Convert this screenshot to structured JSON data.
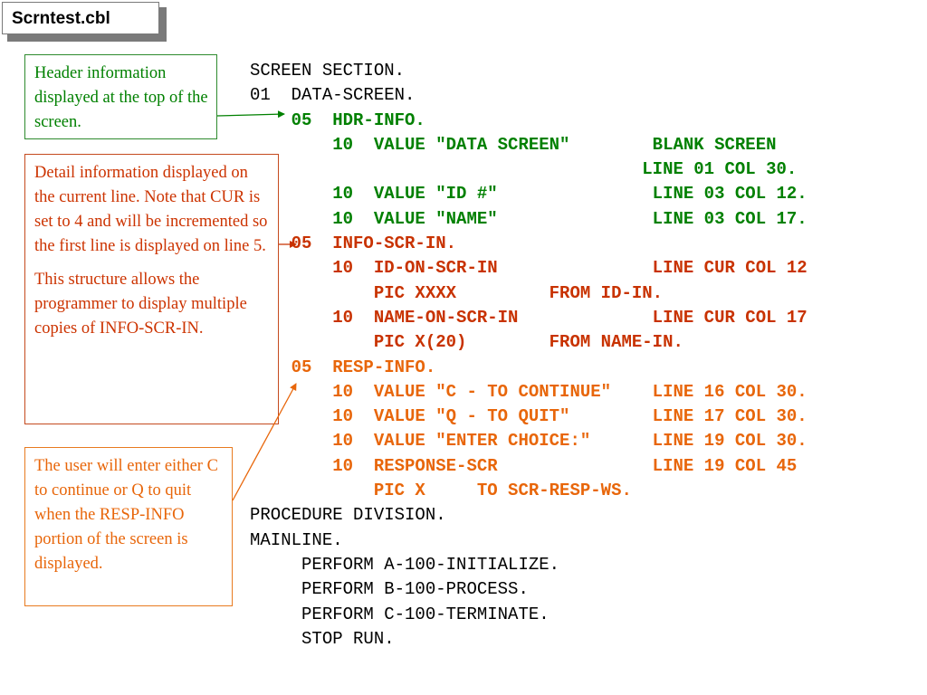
{
  "title": "Scrntest.cbl",
  "notes": {
    "header": [
      "Header information displayed at the top of the screen."
    ],
    "detail": [
      "Detail information displayed on the current line.  Note that CUR is set to 4 and will be incremented so the first line is displayed on line 5.",
      "This structure allows the programmer to display multiple copies of INFO-SCR-IN."
    ],
    "response": [
      "The user will enter either C to continue or Q to quit when the RESP-INFO portion of the screen is displayed."
    ]
  },
  "code_lines": [
    {
      "text": "SCREEN SECTION.",
      "color": "black"
    },
    {
      "text": "01  DATA-SCREEN.",
      "color": "black"
    },
    {
      "text": "    05  HDR-INFO.",
      "color": "green"
    },
    {
      "text": "        10  VALUE \"DATA SCREEN\"        BLANK SCREEN",
      "color": "green"
    },
    {
      "text": "                                      LINE 01 COL 30.",
      "color": "green"
    },
    {
      "text": "        10  VALUE \"ID #\"               LINE 03 COL 12.",
      "color": "green"
    },
    {
      "text": "        10  VALUE \"NAME\"               LINE 03 COL 17.",
      "color": "green"
    },
    {
      "text": "    05  INFO-SCR-IN.",
      "color": "red"
    },
    {
      "text": "        10  ID-ON-SCR-IN               LINE CUR COL 12",
      "color": "red"
    },
    {
      "text": "            PIC XXXX         FROM ID-IN.",
      "color": "red"
    },
    {
      "text": "        10  NAME-ON-SCR-IN             LINE CUR COL 17",
      "color": "red"
    },
    {
      "text": "            PIC X(20)        FROM NAME-IN.",
      "color": "red"
    },
    {
      "text": "    05  RESP-INFO.",
      "color": "orange"
    },
    {
      "text": "        10  VALUE \"C - TO CONTINUE\"    LINE 16 COL 30.",
      "color": "orange"
    },
    {
      "text": "        10  VALUE \"Q - TO QUIT\"        LINE 17 COL 30.",
      "color": "orange"
    },
    {
      "text": "        10  VALUE \"ENTER CHOICE:\"      LINE 19 COL 30.",
      "color": "orange"
    },
    {
      "text": "        10  RESPONSE-SCR               LINE 19 COL 45",
      "color": "orange"
    },
    {
      "text": "            PIC X     TO SCR-RESP-WS.",
      "color": "orange"
    },
    {
      "text": "PROCEDURE DIVISION.",
      "color": "black"
    },
    {
      "text": "MAINLINE.",
      "color": "black"
    },
    {
      "text": "     PERFORM A-100-INITIALIZE.",
      "color": "black"
    },
    {
      "text": "     PERFORM B-100-PROCESS.",
      "color": "black"
    },
    {
      "text": "     PERFORM C-100-TERMINATE.",
      "color": "black"
    },
    {
      "text": "     STOP RUN.",
      "color": "black"
    }
  ],
  "colors": {
    "black": "#000000",
    "green": "#008000",
    "red": "#c83200",
    "orange": "#e8660a"
  }
}
